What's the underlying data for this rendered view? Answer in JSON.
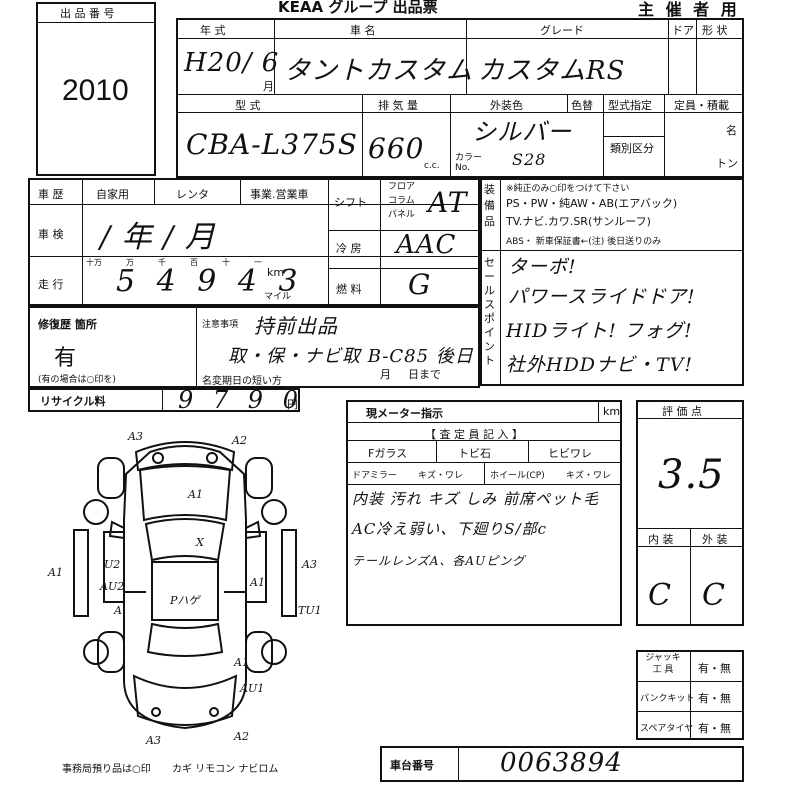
{
  "header": {
    "top_brand": "KEAA",
    "top_title": "グループ 出品票",
    "organizer": "主 催 者 用"
  },
  "lot": {
    "label": "出 品 番 号",
    "number": "2010"
  },
  "labels": {
    "year": "年 式",
    "car_name": "車 名",
    "grade": "グレード",
    "doors": "ドア",
    "body_shape": "形 状",
    "model": "型 式",
    "displacement": "排 気 量",
    "exterior_color": "外装色",
    "color_change": "色替",
    "type_designation": "型式指定",
    "capacity": "定員・積載",
    "persons": "名",
    "category": "類別区分",
    "tons": "トン",
    "cc": "c.c.",
    "color_no": "カラー No.",
    "history": "車 歴",
    "private": "自家用",
    "rental": "レンタ",
    "business": "事業.営業車",
    "inspection": "車 検",
    "year_unit": "年",
    "month_unit": "月",
    "mileage": "走 行",
    "digits": [
      "十万",
      "万",
      "千",
      "百",
      "十",
      "一"
    ],
    "km": "km",
    "mile": "マイル",
    "shift": "シフト",
    "floor": "フロア",
    "column": "コラム",
    "panel": "パネル",
    "aircon": "冷 房",
    "fuel": "燃 料",
    "equipment": "装備品",
    "equip_note": "※純正のみ○印をつけて下さい",
    "equip_row1": "PS・PW・純AW・AB(エアバック)",
    "equip_row2": "TV.ナビ.カワ.SR(サンルーフ)",
    "equip_row3": "ABS・ 新車保証書←(注) 後日送りのみ",
    "sales_point": "セールスポイント",
    "repair": "修復歴 箇所",
    "repair_note": "(有の場合は○印を)",
    "notes": "注意事項",
    "name_change": "名変期日の短い方",
    "month_due": "月",
    "day_due": "日まで",
    "recycle": "リサイクル料",
    "yen": "円",
    "meter": "現メーター指示",
    "meter_km": "km",
    "inspector": "【 査 定 員 記 入 】",
    "f_glass": "Fガラス",
    "tobi_ishi": "トビ石",
    "hibi_ware": "ヒビワレ",
    "door_mirror": "ドアミラー",
    "mirror_vals": "キズ・ワレ",
    "wheel": "ホイール(CP)",
    "wheel_vals": "キズ・ワレ",
    "score": "評 価 点",
    "interior": "内 装",
    "exterior": "外 装",
    "jack": "ジャッキ 工 具",
    "puncture_kit": "パンクキット",
    "spare_tire": "スペアタイヤ",
    "yes_no": "有・無",
    "chassis": "車台番号",
    "office_items": "事務局預り品は○印",
    "office_list": "カギ リモコン ナビロム"
  },
  "values": {
    "year": "H20/ 6",
    "year_month_unit": "月",
    "car_name": "タントカスタム",
    "grade": "カスタムRS",
    "model": "CBA-L375S",
    "displacement": "660",
    "exterior_color": "シルバー",
    "color_no": "S28",
    "inspection": "/ 年 / 月",
    "mileage": "5 4 9 4 3",
    "shift": "AT",
    "aircon": "AAC",
    "fuel": "G",
    "sales_points": [
      "ターボ!",
      "パワースライドドア!",
      "HIDライト! フォグ!",
      "社外HDDナビ・TV!"
    ],
    "repair": "有",
    "notes_line1": "持前出品",
    "notes_line2": "取・保・ナビ取 B-C85 後日",
    "recycle": "9 7 9 0",
    "score": "3.5",
    "interior_grade": "C",
    "exterior_grade": "C",
    "remarks": [
      "内装 汚れ キズ しみ 前席ペット毛",
      "AC冷え弱い、下廻りS/部c",
      "テールレンズA、各AUピング"
    ],
    "chassis": "0063894"
  },
  "diagram": {
    "marks": [
      "A3",
      "A2",
      "A1",
      "X",
      "A1",
      "A3",
      "A1",
      "AU2",
      "A",
      "Pハゲ",
      "AU1",
      "A3",
      "A2",
      "A1",
      "U2",
      "TU1"
    ]
  }
}
